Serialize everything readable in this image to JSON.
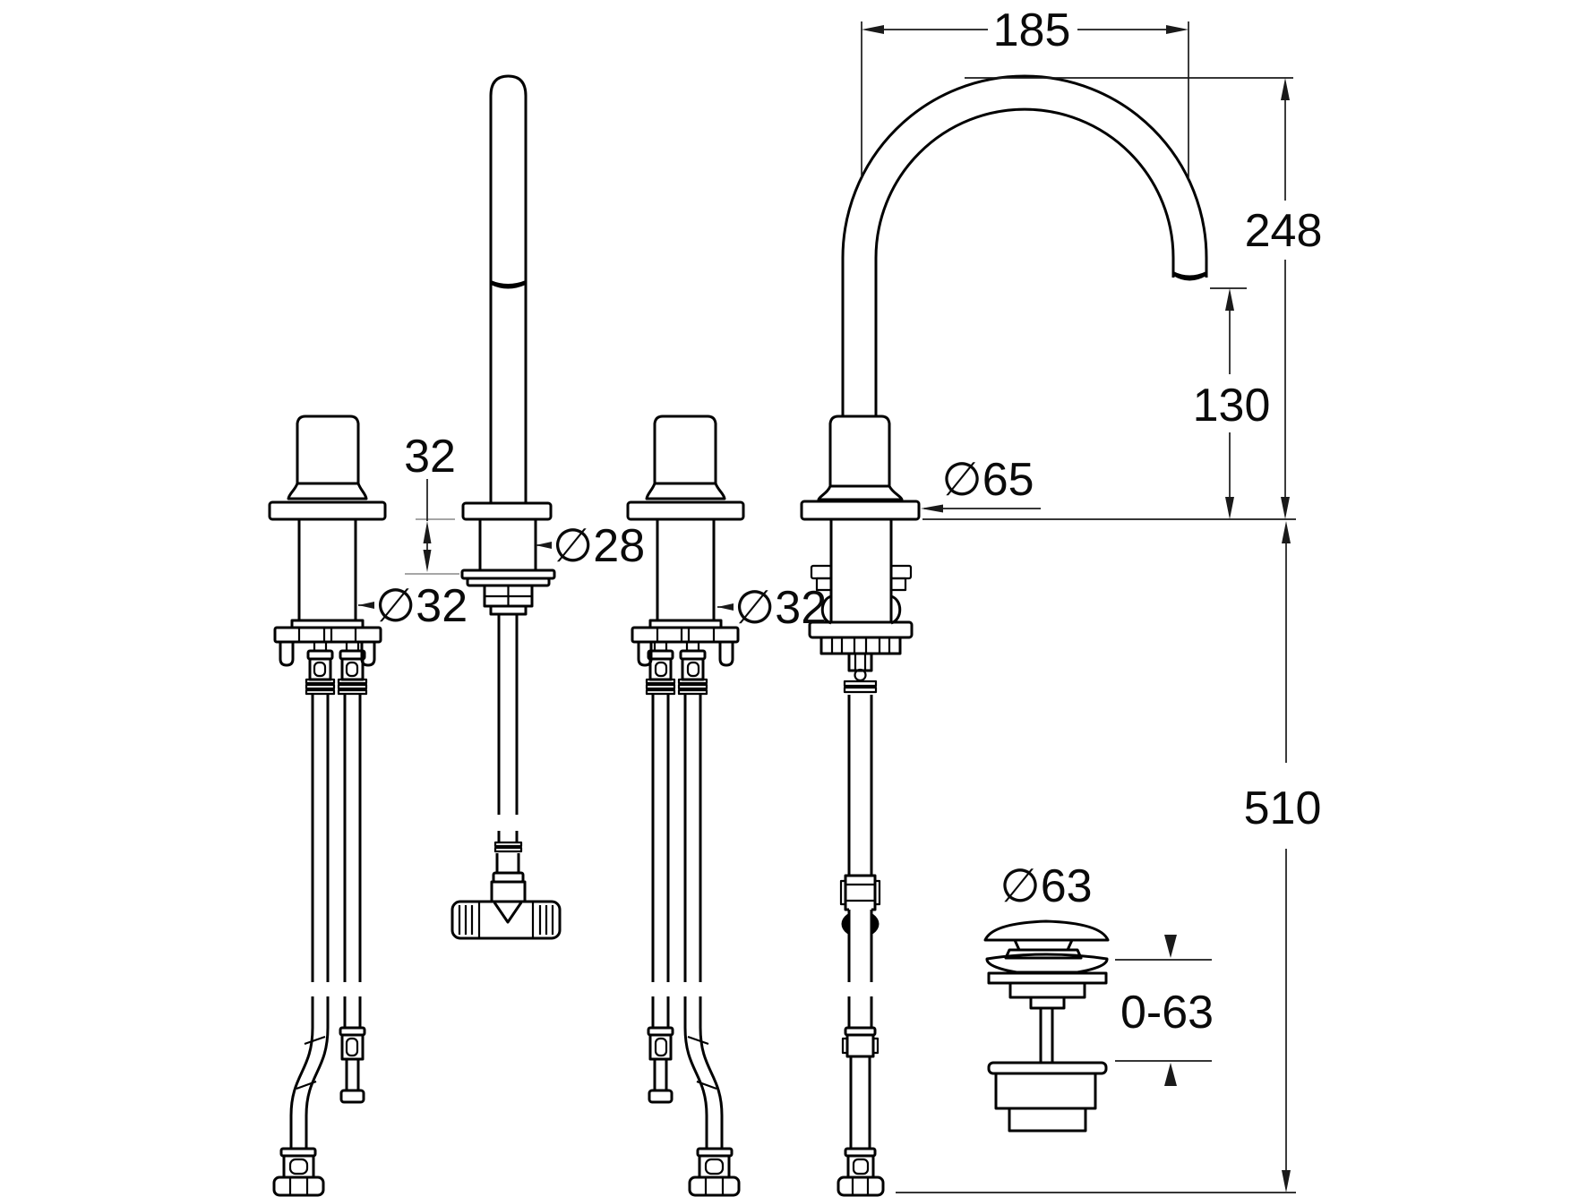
{
  "drawing": {
    "kind": "technical-dimension-drawing",
    "subject": "3-hole basin mixer tap with gooseneck spout, two handles, flexible supply hoses and pop-up waste",
    "units": "mm",
    "colors": {
      "line": "#000000",
      "background": "#ffffff"
    }
  },
  "labels": {
    "spout_reach": "185",
    "spout_height": "248",
    "outlet_height": "130",
    "base_diameter": "∅65",
    "shank_exposure": "32",
    "spout_shank_diameter": "∅28",
    "handle_shank_diameter_left": "∅32",
    "handle_shank_diameter_right": "∅32",
    "drain_cap_diameter": "∅63",
    "drain_adjust_range": "0-63",
    "total_height_below": "510"
  }
}
